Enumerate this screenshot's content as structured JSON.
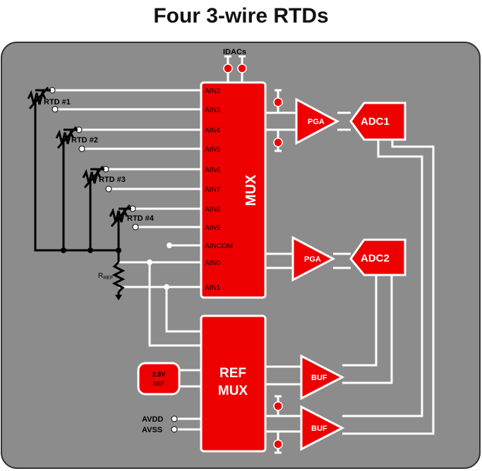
{
  "title": "Four 3-wire RTDs",
  "labels": {
    "idacs": "IDACs",
    "mux": "MUX",
    "pga1": "PGA",
    "pga2": "PGA",
    "adc1": "ADC1",
    "adc2": "ADC2",
    "ref_mux_line1": "REF",
    "ref_mux_line2": "MUX",
    "buf1": "BUF",
    "buf2": "BUF",
    "ref_source_line1": "2.5V",
    "ref_source_line2": "REF",
    "avdd": "AVDD",
    "avss": "AVSS",
    "rref_main": "R",
    "rref_sub": "REF"
  },
  "mux_pins": [
    "AIN2",
    "AIN3",
    "AIN4",
    "AIN5",
    "AIN6",
    "AIN7",
    "AIN8",
    "AIN9",
    "AINCOM",
    "AIN0",
    "AIN1"
  ],
  "rtds": [
    "RTD #1",
    "RTD #2",
    "RTD #3",
    "RTD #4"
  ],
  "colors": {
    "background_panel": "#8c8c8c",
    "block": "#ee0000",
    "wire": "#ffffff",
    "ground_wire": "#000000"
  }
}
